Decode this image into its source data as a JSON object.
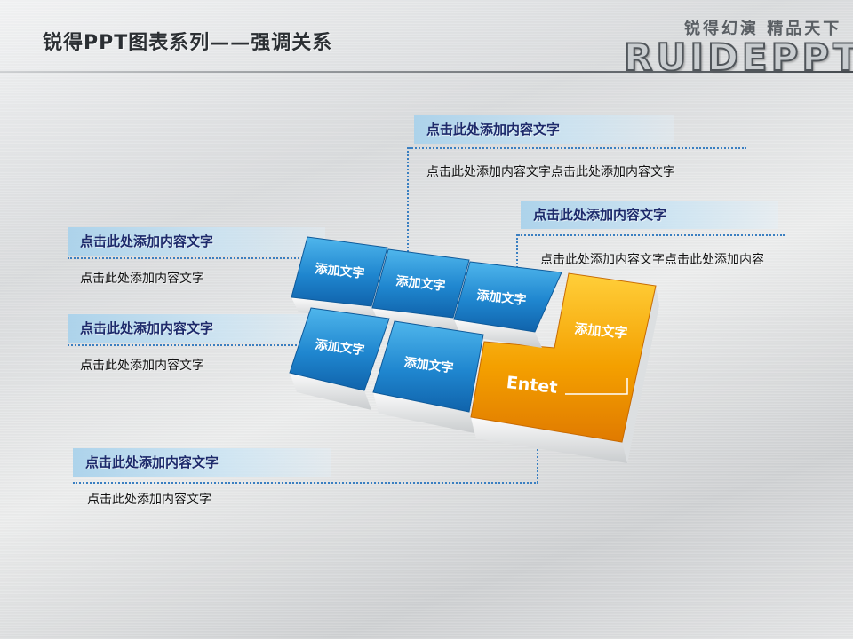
{
  "header": {
    "title": "锐得PPT图表系列——强调关系",
    "brand_slogan": "锐得幻演 精品天下",
    "brand_logo": "RUIDEPPT"
  },
  "callouts": [
    {
      "title": "点击此处添加内容文字",
      "text": "点击此处添加内容文字点击此处添加内容文字"
    },
    {
      "title": "点击此处添加内容文字",
      "text": "点击此处添加内容文字点击此处添加内容"
    },
    {
      "title": "点击此处添加内容文字",
      "text": "点击此处添加内容文字"
    },
    {
      "title": "点击此处添加内容文字",
      "text": "点击此处添加内容文字"
    },
    {
      "title": "点击此处添加内容文字",
      "text": "点击此处添加内容文字"
    }
  ],
  "keys": [
    {
      "label": "添加文字",
      "color": "#1f86cf"
    },
    {
      "label": "添加文字",
      "color": "#1f86cf"
    },
    {
      "label": "添加文字",
      "color": "#1f86cf"
    },
    {
      "label": "添加文字",
      "color": "#1f86cf"
    },
    {
      "label": "添加文字",
      "color": "#1f86cf"
    }
  ],
  "enter_key": {
    "label": "添加文字",
    "sub_label": "Entet",
    "color": "#f4a000"
  }
}
